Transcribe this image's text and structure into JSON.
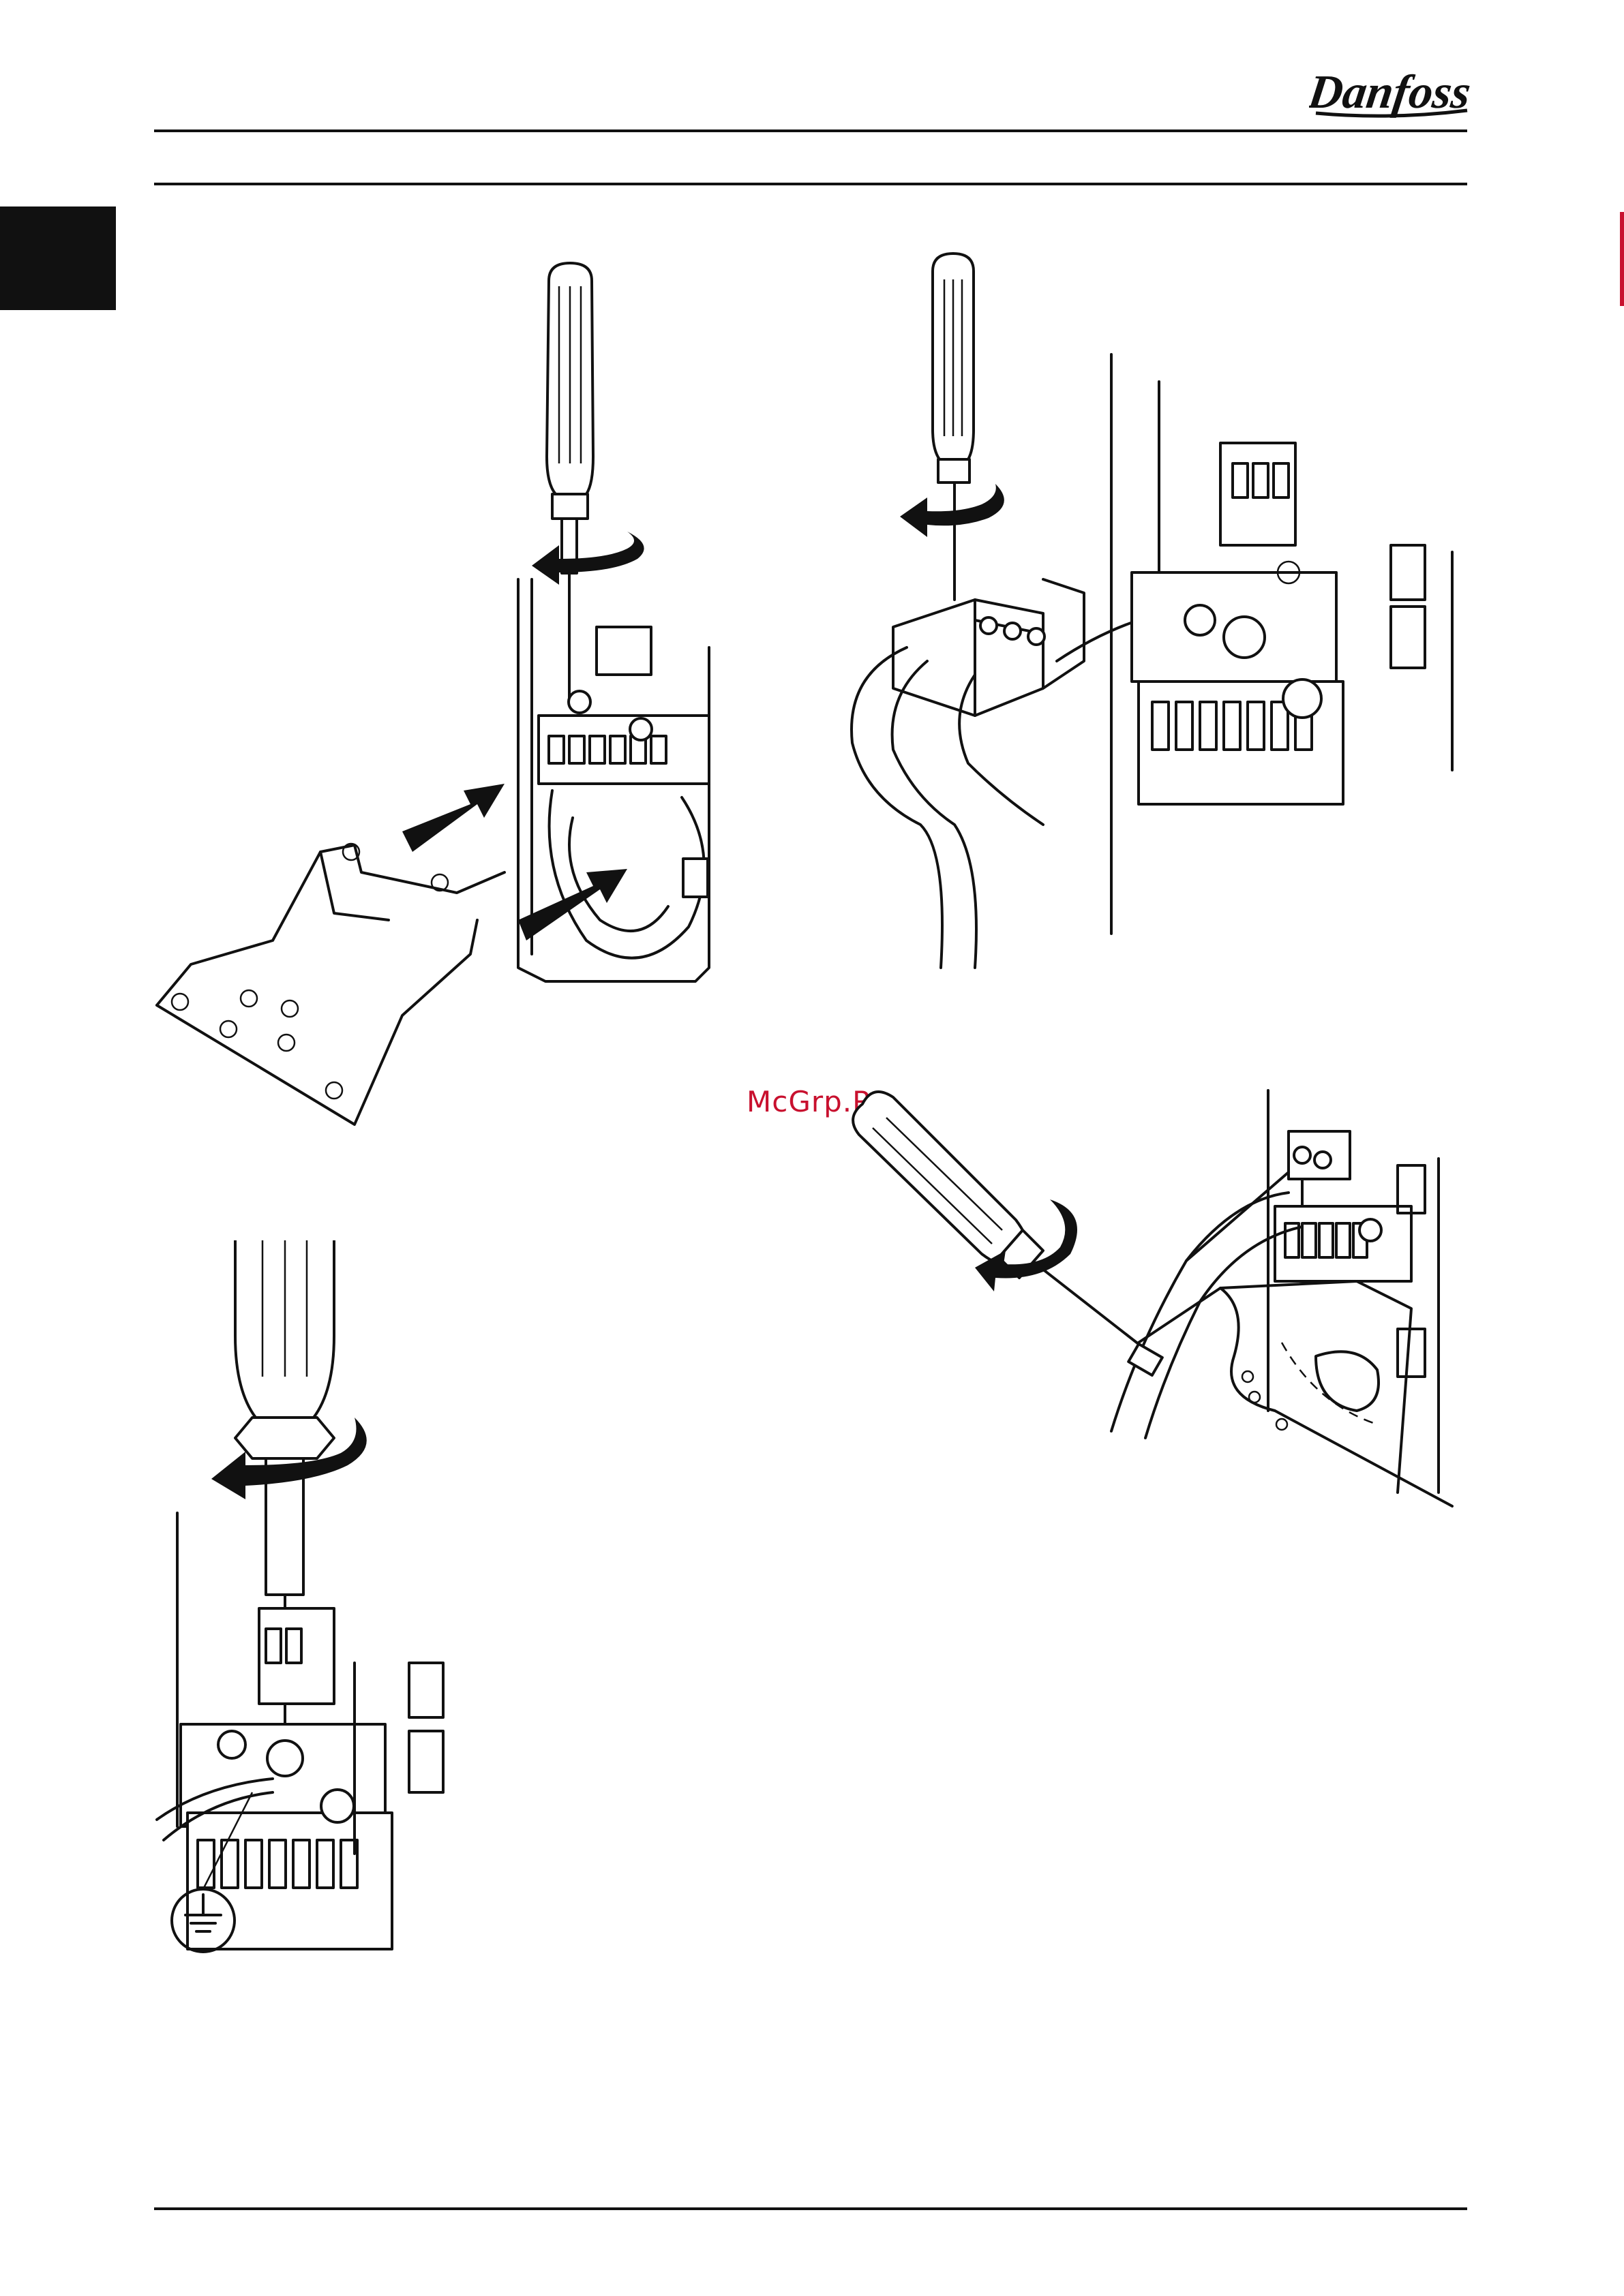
{
  "header": {
    "brand": "Danfoss"
  },
  "watermark": {
    "text": "McGrp.Ru"
  },
  "figures": [
    {
      "id": "figure-mount-plug",
      "icon": "screwdriver-arrow-icon"
    },
    {
      "id": "figure-connect-cable",
      "icon": "screwdriver-arrow-icon"
    },
    {
      "id": "figure-tighten-ground",
      "icon": "ground-symbol-icon"
    },
    {
      "id": "figure-clamp-cable",
      "icon": "screwdriver-arrow-icon"
    }
  ],
  "colors": {
    "ink": "#111111",
    "accent": "#c8102e",
    "background": "#ffffff"
  }
}
